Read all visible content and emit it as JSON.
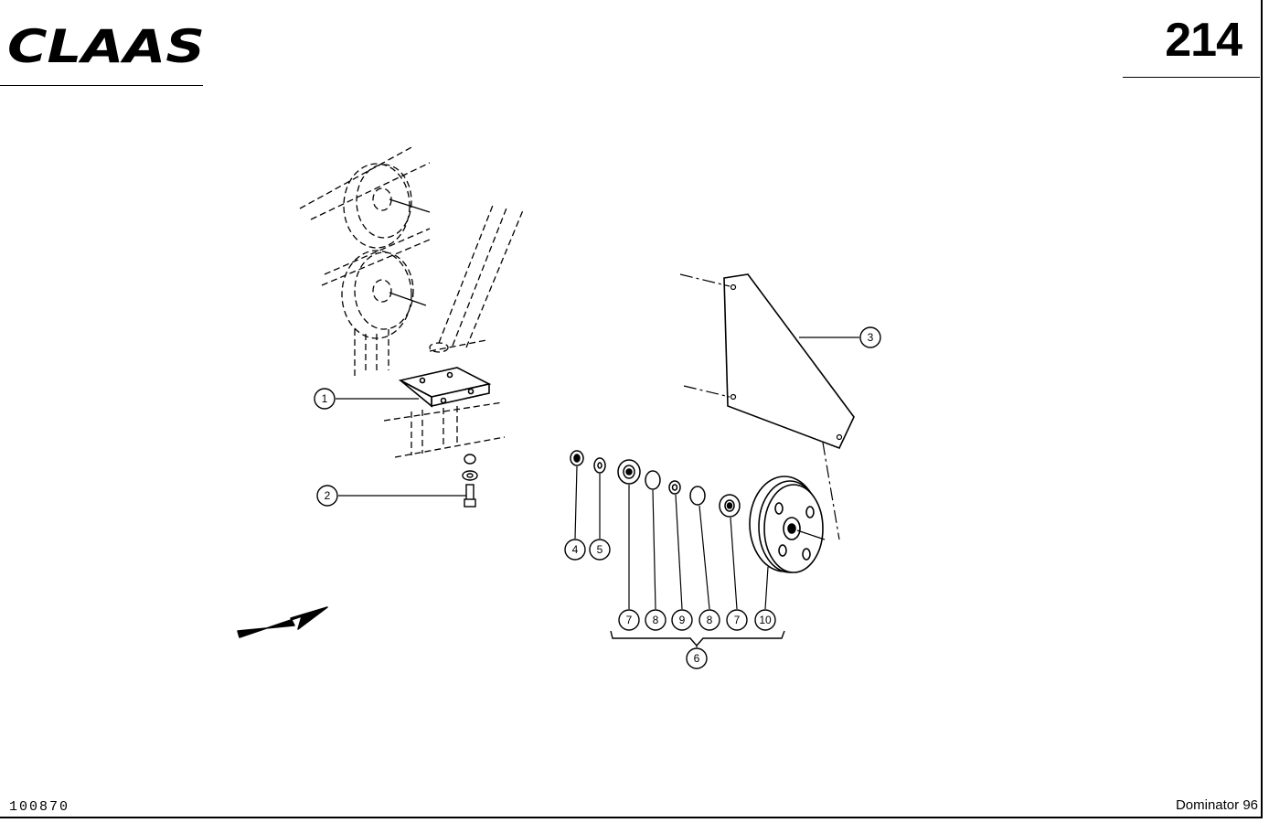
{
  "header": {
    "brand": "CLAAS",
    "page_number": "214"
  },
  "footer": {
    "figure_number": "100870",
    "model": "Dominator 96"
  },
  "callouts": [
    {
      "label": "1"
    },
    {
      "label": "2"
    },
    {
      "label": "3"
    },
    {
      "label": "4"
    },
    {
      "label": "5"
    },
    {
      "label": "7"
    },
    {
      "label": "8"
    },
    {
      "label": "9"
    },
    {
      "label": "8"
    },
    {
      "label": "7"
    },
    {
      "label": "10"
    },
    {
      "label": "6"
    }
  ],
  "icons": {
    "direction_arrow": "direction-arrow-icon"
  }
}
